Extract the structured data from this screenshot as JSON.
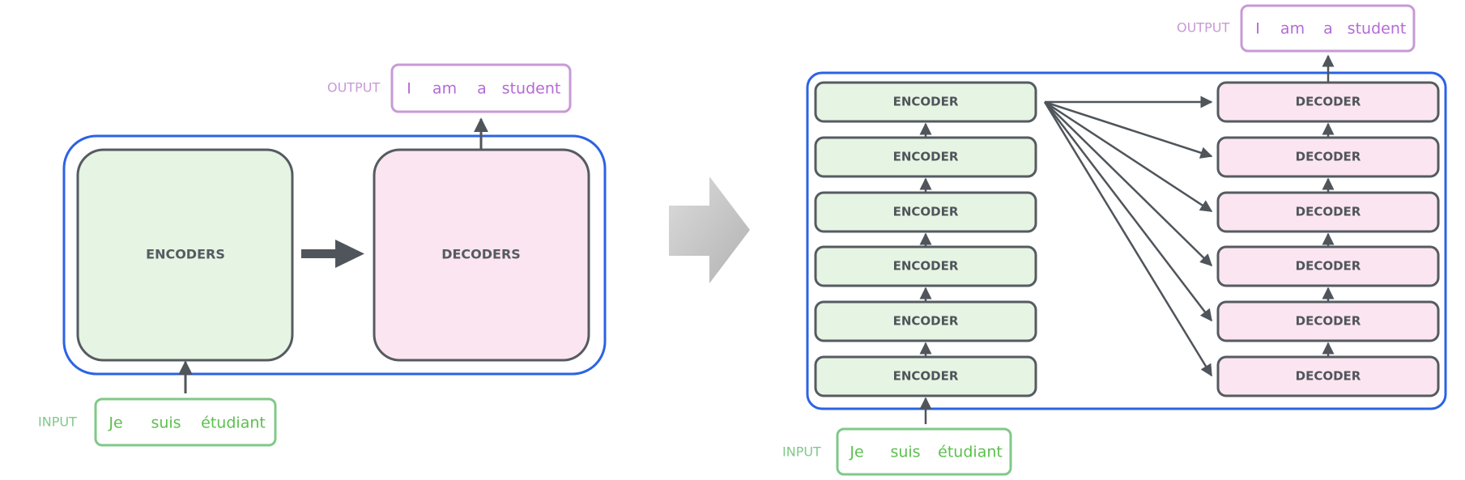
{
  "left": {
    "encoders_label": "ENCODERS",
    "decoders_label": "DECODERS",
    "input": {
      "label": "INPUT",
      "words": [
        "Je",
        "suis",
        "étudiant"
      ]
    },
    "output": {
      "label": "OUTPUT",
      "words": [
        "I",
        "am",
        "a",
        "student"
      ]
    }
  },
  "right": {
    "encoders": [
      "ENCODER",
      "ENCODER",
      "ENCODER",
      "ENCODER",
      "ENCODER",
      "ENCODER"
    ],
    "decoders": [
      "DECODER",
      "DECODER",
      "DECODER",
      "DECODER",
      "DECODER",
      "DECODER"
    ],
    "input": {
      "label": "INPUT",
      "words": [
        "Je",
        "suis",
        "étudiant"
      ]
    },
    "output": {
      "label": "OUTPUT",
      "words": [
        "I",
        "am",
        "a",
        "student"
      ]
    }
  },
  "colors": {
    "outline_blue": "#2b63e6",
    "encoder_fill": "#e6f4e3",
    "decoder_fill": "#fbe5f0",
    "box_stroke": "#555b61",
    "input_green": "#7fc98a",
    "input_text": "#5cbf4e",
    "output_purple": "#c79ad6",
    "output_text": "#b56ad6",
    "arrow": "#4f555b",
    "big_arrow": "#c4c4c4"
  }
}
